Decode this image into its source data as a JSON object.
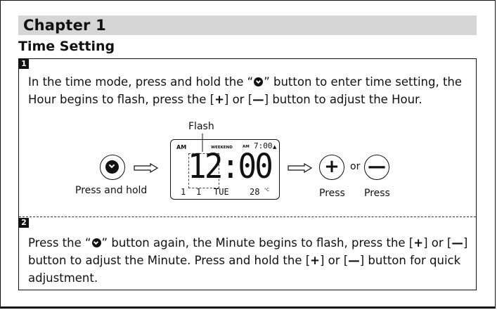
{
  "chapter": "Chapter 1",
  "section": "Time Setting",
  "step1": {
    "number": "1",
    "lines": [
      [
        "In the time mode, press and hold the  “",
        "”  button to enter time setting, the"
      ],
      [
        "Hour begins to flash, press the [",
        "] or [",
        "] button to adjust the Hour."
      ]
    ]
  },
  "step2": {
    "number": "2",
    "lines": [
      [
        "Press the  “",
        "”  button again, the Minute begins to flash, press the [",
        "] or ["
      ],
      [
        "button to adjust the Minute. Press and hold the [",
        "] or [",
        "] button for quick"
      ],
      [
        "adjustment."
      ]
    ]
  },
  "glyphs": {
    "plus": "+",
    "minus": "—"
  },
  "diagram": {
    "flash_label": "Flash",
    "press_hold_label": "Press and hold",
    "press_label": "Press",
    "or_label": "or",
    "plus_symbol": "+",
    "minus_symbol": "—",
    "lcd": {
      "am": "AM",
      "weekend": "WEEKEND",
      "alarm_am": "AM",
      "alarm_time": "7:00",
      "main_time": "12:00",
      "month": "1",
      "day": "1",
      "weekday": "TUE",
      "temperature": "28",
      "temp_unit": "°C"
    }
  }
}
